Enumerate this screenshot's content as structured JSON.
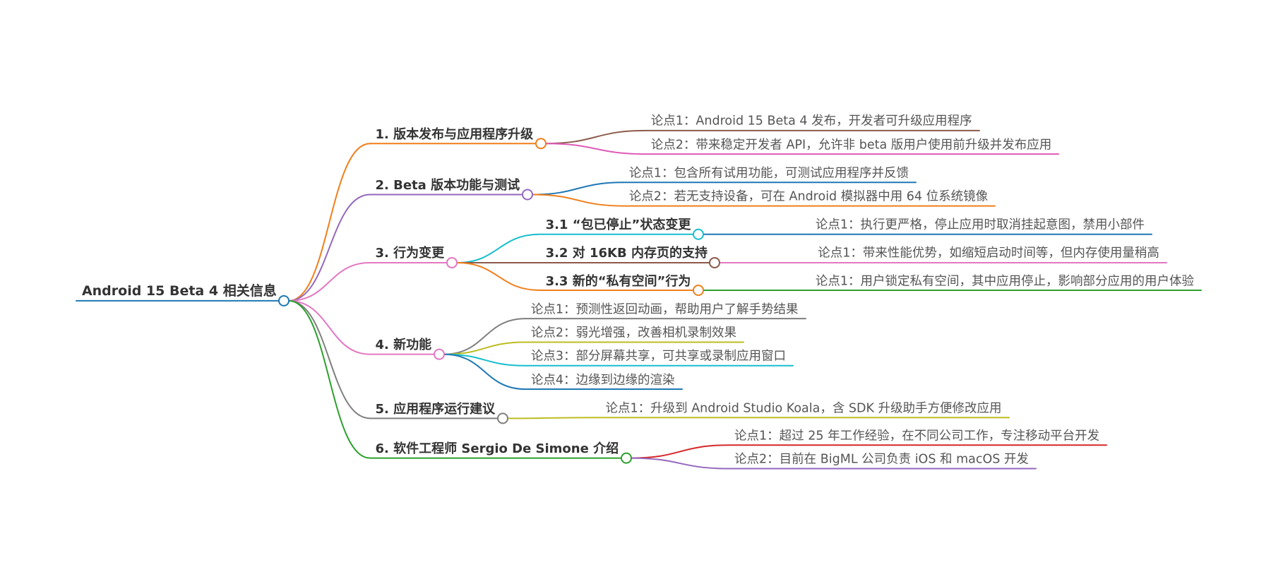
{
  "mindmap": {
    "root": {
      "label": "Android 15 Beta 4 相关信息",
      "color": "#1f78b4"
    },
    "branches": [
      {
        "id": "b1",
        "label": "1. 版本发布与应用程序升级",
        "color": "#f07f1a",
        "children": [
          {
            "label": "论点1：Android 15 Beta 4 发布，开发者可升级应用程序",
            "color": "#8b5a4a"
          },
          {
            "label": "论点2：带来稳定开发者 API，允许非 beta 版用户使用前升级并发布应用",
            "color": "#e05ab8"
          }
        ]
      },
      {
        "id": "b2",
        "label": "2. Beta 版本功能与测试",
        "color": "#9467bd",
        "children": [
          {
            "label": "论点1：包含所有试用功能，可测试应用程序并反馈",
            "color": "#1f78b4"
          },
          {
            "label": "论点2：若无支持设备，可在 Android 模拟器中用 64 位系统镜像",
            "color": "#f07f1a"
          }
        ]
      },
      {
        "id": "b3",
        "label": "3. 行为变更",
        "color": "#e377c2",
        "children": [
          {
            "label": "3.1 “包已停止”状态变更",
            "color": "#17becf",
            "children": [
              {
                "label": "论点1：执行更严格，停止应用时取消挂起意图，禁用小部件",
                "color": "#1f78b4"
              }
            ]
          },
          {
            "label": "3.2 对 16KB 内存页的支持",
            "color": "#8b5a4a",
            "children": [
              {
                "label": "论点1：带来性能优势，如缩短启动时间等，但内存使用量稍高",
                "color": "#e377c2"
              }
            ]
          },
          {
            "label": "3.3 新的“私有空间”行为",
            "color": "#f07f1a",
            "children": [
              {
                "label": "论点1：用户锁定私有空间，其中应用停止，影响部分应用的用户体验",
                "color": "#2ca02c"
              }
            ]
          }
        ]
      },
      {
        "id": "b4",
        "label": "4. 新功能",
        "color": "#e377c2",
        "children": [
          {
            "label": "论点1：预测性返回动画，帮助用户了解手势结果",
            "color": "#7f7f7f"
          },
          {
            "label": "论点2：弱光增强，改善相机录制效果",
            "color": "#bcbd22"
          },
          {
            "label": "论点3：部分屏幕共享，可共享或录制应用窗口",
            "color": "#17becf"
          },
          {
            "label": "论点4：边缘到边缘的渲染",
            "color": "#1f78b4"
          }
        ]
      },
      {
        "id": "b5",
        "label": "5. 应用程序运行建议",
        "color": "#7f7f7f",
        "children": [
          {
            "label": "论点1：升级到 Android Studio Koala，含 SDK 升级助手方便修改应用",
            "color": "#bcbd22"
          }
        ]
      },
      {
        "id": "b6",
        "label": "6. 软件工程师 Sergio De Simone 介绍",
        "color": "#2ca02c",
        "children": [
          {
            "label": "论点1：超过 25 年工作经验，在不同公司工作，专注移动平台开发",
            "color": "#d62728"
          },
          {
            "label": "论点2：目前在 BigML 公司负责 iOS 和 macOS 开发",
            "color": "#9467bd"
          }
        ]
      }
    ]
  }
}
